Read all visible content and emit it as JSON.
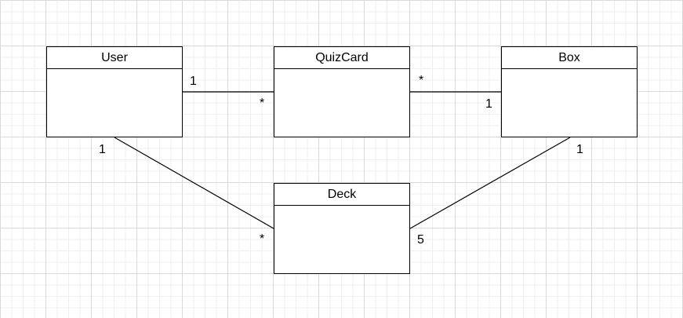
{
  "classes": {
    "user": {
      "name": "User"
    },
    "quizcard": {
      "name": "QuizCard"
    },
    "box": {
      "name": "Box"
    },
    "deck": {
      "name": "Deck"
    }
  },
  "associations": {
    "user_quizcard": {
      "source_mult": "1",
      "target_mult": "*"
    },
    "quizcard_box": {
      "source_mult": "*",
      "target_mult": "1"
    },
    "user_deck": {
      "source_mult": "1",
      "target_mult": "*"
    },
    "box_deck": {
      "source_mult": "1",
      "target_mult": "5"
    }
  }
}
